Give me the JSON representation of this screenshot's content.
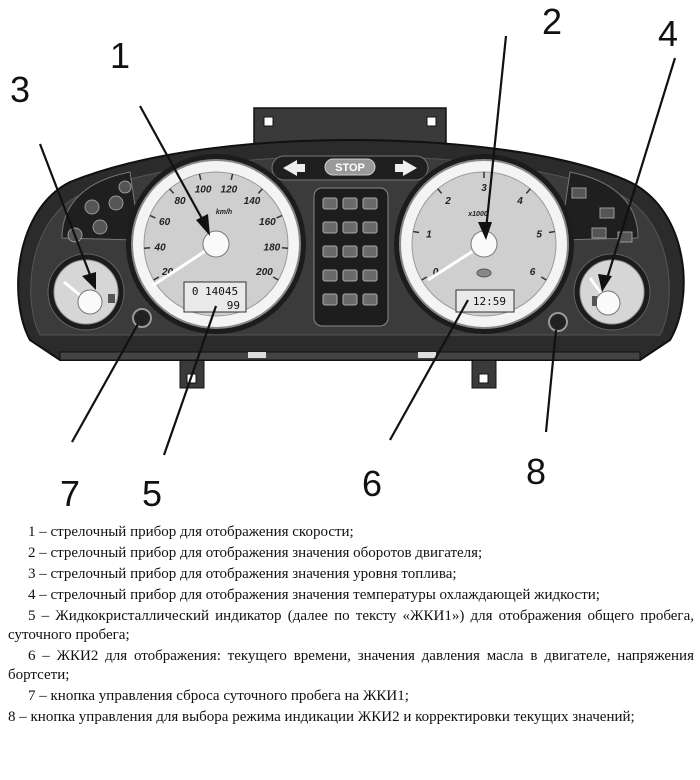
{
  "callouts": [
    "1",
    "2",
    "3",
    "4",
    "5",
    "6",
    "7",
    "8"
  ],
  "speedometer": {
    "ticks": [
      "20",
      "40",
      "60",
      "80",
      "100",
      "120",
      "140",
      "160",
      "180",
      "200"
    ],
    "unit": "km/h"
  },
  "tachometer": {
    "ticks": [
      "0",
      "1",
      "2",
      "3",
      "4",
      "5",
      "6"
    ],
    "unit": "x1000"
  },
  "lcd1": {
    "line1": "0 14045",
    "line2": "99"
  },
  "lcd2": {
    "line1": "12:59"
  },
  "stop_label": "STOP",
  "icons": [
    "left-arrow-icon",
    "right-arrow-icon",
    "battery-icon",
    "oil-icon",
    "brake-icon",
    "headlight-icon",
    "seatbelt-icon",
    "engine-icon",
    "fuel-pump-icon",
    "temperature-icon"
  ],
  "legend": [
    "1 – стрелочный прибор для отображения скорости;",
    "2 – стрелочный прибор для отображения значения оборотов двигателя;",
    "3 – стрелочный прибор для отображения значения уровня топлива;",
    "4 – стрелочный прибор для отображения значения температуры охлаждающей жидкости;",
    "5 – Жидкокристаллический индикатор (далее по тексту «ЖКИ1») для отображения общего пробега, суточного пробега;",
    "6 – ЖКИ2 для отображения: текущего времени, значения давления масла в двигателе, напряжения бортсети;",
    "7 – кнопка управления сброса суточного пробега на ЖКИ1;",
    "8 – кнопка управления для выбора режима индикации ЖКИ2 и корректировки текущих значений;"
  ]
}
